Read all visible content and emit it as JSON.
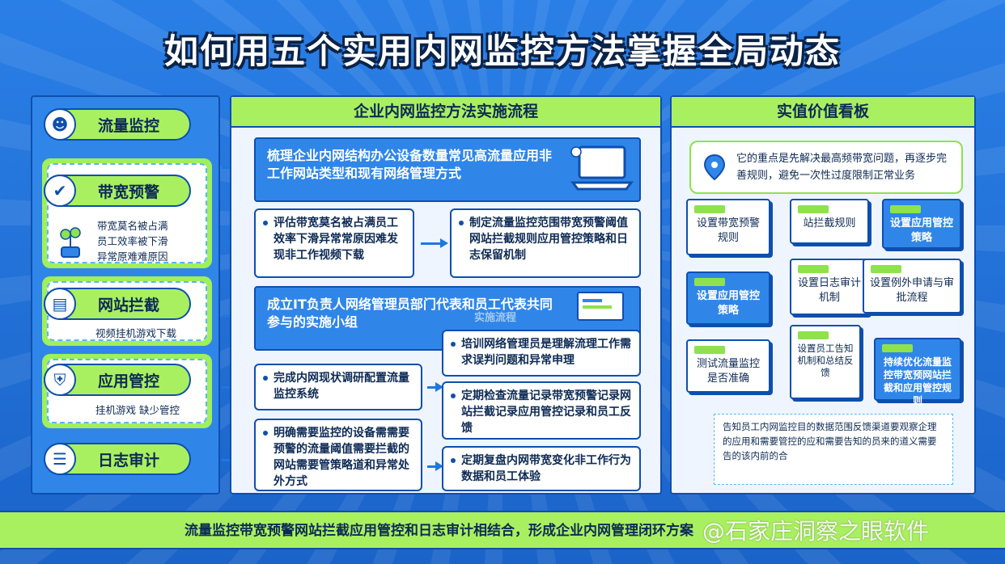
{
  "title": "如何用五个实用内网监控方法掌握全局动态",
  "left": {
    "groups": [
      {
        "label": "流量监控",
        "icon": "user-icon"
      },
      {
        "label": "带宽预警",
        "icon": "shield-check-icon",
        "desc": [
          "带宽莫名被占满",
          "员工效率被下滑",
          "异常原难难原因"
        ]
      },
      {
        "label": "网站拦截",
        "icon": "monitor-icon",
        "desc": [
          "视频挂机游戏下载"
        ]
      },
      {
        "label": "应用管控",
        "icon": "shield-icon",
        "desc": [
          "挂机游戏 缺少管控"
        ]
      },
      {
        "label": "日志审计",
        "icon": "document-icon"
      }
    ]
  },
  "middle": {
    "header": "企业内网监控方法实施流程",
    "step1": "梳理企业内网结构办公设备数量常见高流量应用非工作网站类型和现有网络管理方式",
    "step2a": "评估带宽莫名被占满员工效率下滑异常常原因难发现非工作视频下载",
    "step2b": "制定流量监控范围带宽预警阈值网站拦截规则应用管控策略和日志保留机制",
    "step3": "成立IT负责人网络管理员部门代表和员工代表共同参与的实施小组",
    "step3_faded": "实施流程",
    "step4a": "完成内网现状调研配置流量监控系统",
    "step4b": "培训网络管理员是理解流理工作需求误判问题和异常申理",
    "step5a": "明确需要监控的设备需需要预警的流量阈值需要拦截的网站需要管策略道和异常处外方式",
    "step5b": "定期检查流量记录带宽预警记录网站拦截记录应用管控记录和员工反馈",
    "step6b": "定期复盘内网带宽变化非工作行为数据和员工体验"
  },
  "right": {
    "header": "实值价值看板",
    "callout": "它的重点是先解决最高频带宽问题，再逐步完善规则，避免一次性过度限制正常业务",
    "cards": [
      "设置带宽预警规则",
      "站拦截规则",
      "设置应用管控策略",
      "设置应用管控策略",
      "设置日志审计机制",
      "设置例外申请与审批流程",
      "测试流量监控是否准确",
      "设置员工告知机制和总结反馈",
      "持续优化流量监控带宽预网站拦截和应用管控规则"
    ],
    "note": "告知员工内网监控目的数据范围反馈渠道要观察企理的应用和需要管控的应和需要告知的员来的道义需要告的该内前的合"
  },
  "footer": "流量监控带宽预警网站拦截应用管控和日志审计相结合，形成企业内网管理闭环方案",
  "watermark": "@石家庄洞察之眼软件",
  "colors": {
    "primary_blue": "#2f86e8",
    "lime": "#a9f061",
    "navy": "#0e4fae"
  }
}
